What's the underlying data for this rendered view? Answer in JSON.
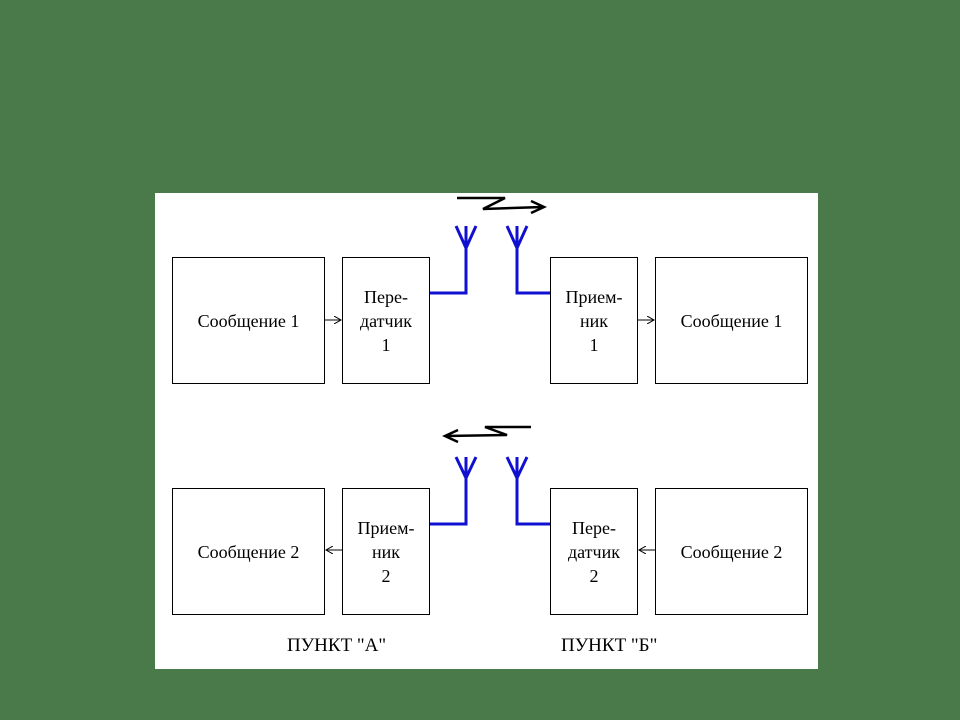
{
  "colors": {
    "background": "#4a7a4a",
    "panel": "#ffffff",
    "antenna": "#1010d0",
    "ink": "#000000"
  },
  "top_row": {
    "message_a": "Сообщение 1",
    "transmitter": [
      "Пере-",
      "датчик",
      "1"
    ],
    "receiver": [
      "Прием-",
      "ник",
      "1"
    ],
    "message_b": "Сообщение 1"
  },
  "bottom_row": {
    "message_a": "Сообщение 2",
    "receiver": [
      "Прием-",
      "ник",
      "2"
    ],
    "transmitter": [
      "Пере-",
      "датчик",
      "2"
    ],
    "message_b": "Сообщение 2"
  },
  "points": {
    "a": "ПУНКТ \"А\"",
    "b": "ПУНКТ \"Б\""
  }
}
